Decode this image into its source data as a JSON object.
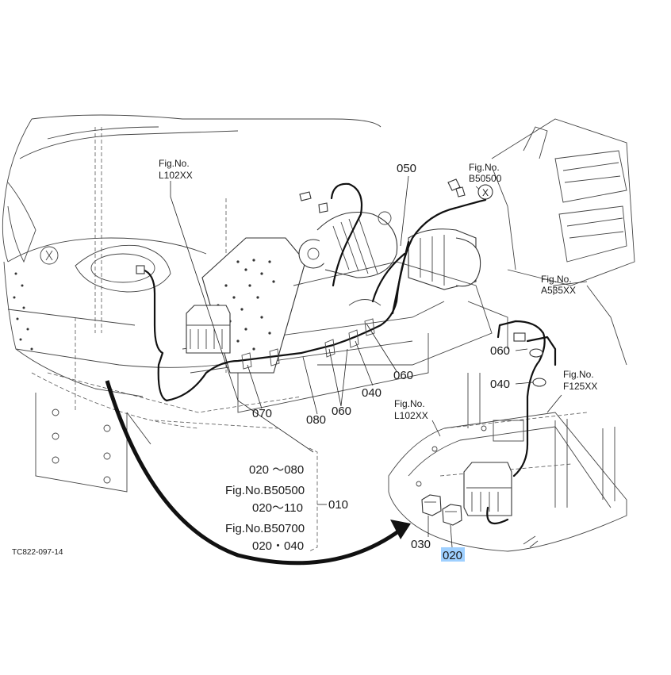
{
  "diagram": {
    "callouts": {
      "c050": "050",
      "c060_main": "060",
      "c040_main": "040",
      "c060_mid": "060",
      "c070": "070",
      "c080": "080",
      "c060_inset": "060",
      "c040_inset": "040",
      "c030": "030",
      "c020": "020"
    },
    "fig_refs": [
      {
        "label": "Fig.No.",
        "code": "L102XX"
      },
      {
        "label": "Fig.No.",
        "code": "B50500"
      },
      {
        "label": "Fig.No.",
        "code": "A535XX"
      },
      {
        "label": "Fig.No.",
        "code": "F125XX"
      },
      {
        "label": "Fig.No.",
        "code": "L102XX"
      }
    ],
    "x_marker": "X",
    "bracket": {
      "line1": "020 ～080",
      "line2": "Fig.No.B50500",
      "line3": "020～110",
      "line4": "Fig.No.B50700",
      "line5": "020・040",
      "total": "010"
    },
    "drawing_code": "TC822-097-14",
    "highlighted_part": "020",
    "colors": {
      "line": "#1a1a1a",
      "highlight": "#9fd0ff",
      "background": "#ffffff"
    }
  }
}
